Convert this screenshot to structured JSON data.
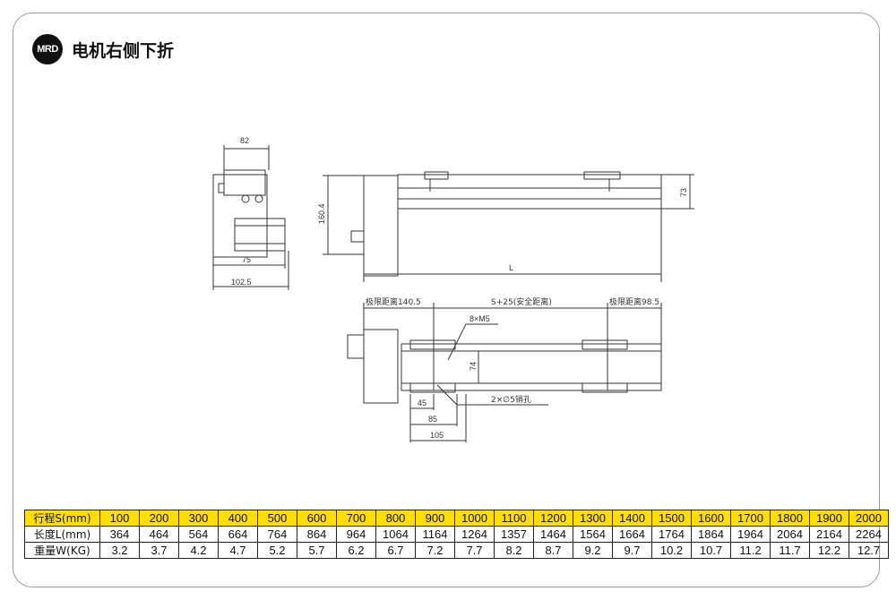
{
  "header": {
    "logo": "MRD",
    "title": "电机右侧下折"
  },
  "drawing": {
    "dims": {
      "d82": "82",
      "d160_4": "160.4",
      "d75": "75",
      "d102_5": "102.5",
      "d73": "73",
      "dL": "L",
      "limit_left": "极限距离140.5",
      "s25": "S+25(安全距离)",
      "limit_right": "极限距离98.5",
      "m5": "8×M5",
      "d74": "74",
      "pin": "2×∅5销孔",
      "d45": "45",
      "d85": "85",
      "d105": "105"
    }
  },
  "table": {
    "rows": [
      {
        "label": "行程S(mm)",
        "values": [
          "100",
          "200",
          "300",
          "400",
          "500",
          "600",
          "700",
          "800",
          "900",
          "1000",
          "1100",
          "1200",
          "1300",
          "1400",
          "1500",
          "1600",
          "1700",
          "1800",
          "1900",
          "2000"
        ]
      },
      {
        "label": "长度L(mm)",
        "values": [
          "364",
          "464",
          "564",
          "664",
          "764",
          "864",
          "964",
          "1064",
          "1164",
          "1264",
          "1357",
          "1464",
          "1564",
          "1664",
          "1764",
          "1864",
          "1964",
          "2064",
          "2164",
          "2264"
        ]
      },
      {
        "label": "重量W(KG)",
        "values": [
          "3.2",
          "3.7",
          "4.2",
          "4.7",
          "5.2",
          "5.7",
          "6.2",
          "6.7",
          "7.2",
          "7.7",
          "8.2",
          "8.7",
          "9.2",
          "9.7",
          "10.2",
          "10.7",
          "11.2",
          "11.7",
          "12.2",
          "12.7"
        ]
      }
    ]
  }
}
